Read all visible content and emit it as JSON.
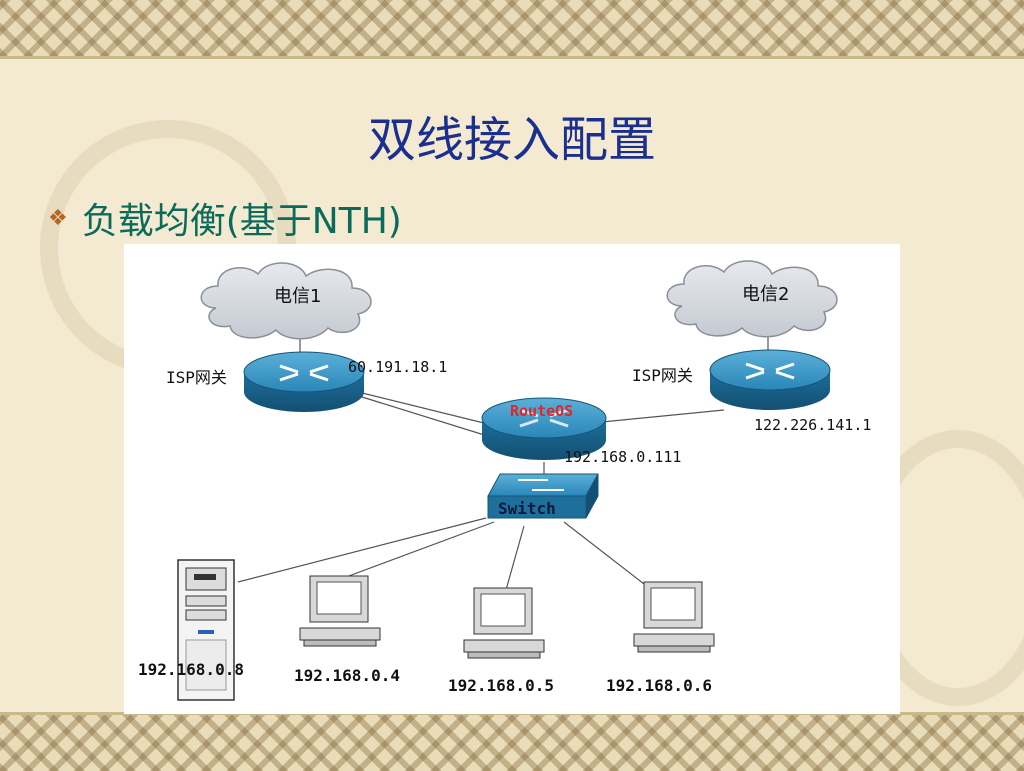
{
  "slide": {
    "title": "双线接入配置",
    "bullet_icon": "diamond-bullet-icon",
    "bullet_text": "负载均衡(基于NTH)"
  },
  "diagram": {
    "cloud1": "电信1",
    "cloud2": "电信2",
    "isp_gw_left": "ISP网关",
    "isp_gw_right": "ISP网关",
    "ip_left_gw": "60.191.18.1",
    "ip_right_gw": "122.226.141.1",
    "routeros_label": "RouteOS",
    "ip_router_lan": "192.168.0.111",
    "switch_label": "Switch",
    "ip_server": "192.168.0.8",
    "ip_pc4": "192.168.0.4",
    "ip_pc5": "192.168.0.5",
    "ip_pc6": "192.168.0.6"
  },
  "colors": {
    "title": "#1b2f8f",
    "bullet": "#0b6b5b",
    "router": "#1e7ea8",
    "routeros_text": "#e0262a"
  }
}
